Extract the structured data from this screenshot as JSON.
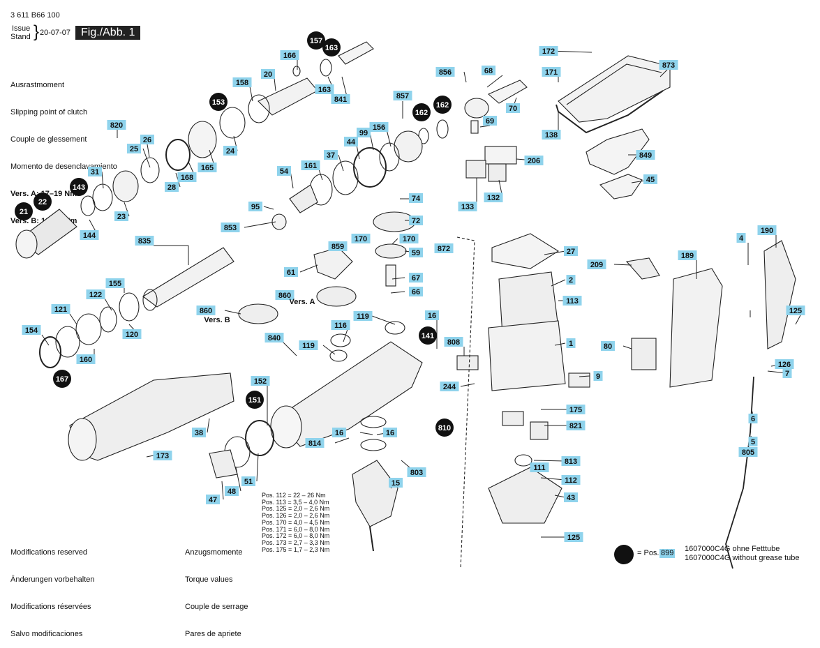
{
  "header": {
    "doc_number": "3 611 B66 100",
    "issue_label": "Issue",
    "stand_label": "Stand",
    "date": "20-07-07",
    "figure": "Fig./Abb. 1"
  },
  "clutch": {
    "lines": [
      "Ausrastmoment",
      "Slipping point of clutch",
      "Couple de glessement",
      "Momento de desenclavamiento"
    ],
    "version_a": "Vers. A: 17–19 Nm",
    "version_b": "Vers. B: 19–21 Nm"
  },
  "footer": {
    "modifications": [
      "Modifications reserved",
      "Änderungen vorbehalten",
      "Modifications réservées",
      "Salvo modificaciones"
    ],
    "torque_title": [
      "Anzugsmomente",
      "Torque values",
      "Couple de serrage",
      "Pares de apriete"
    ],
    "torque_values": [
      "Pos. 112 = 22 – 26 Nm",
      "Pos. 113 = 3,5 – 4,0 Nm",
      "Pos. 125 = 2,0 – 2,6 Nm",
      "Pos. 126 = 2,0 – 2,6 Nm",
      "Pos. 170 = 4,0 – 4,5 Nm",
      "Pos. 171 = 6,0 – 8,0 Nm",
      "Pos. 172 = 6,0 – 8,0 Nm",
      "Pos. 173 = 2,7 – 3,3 Nm",
      "Pos. 175 = 1,7 – 2,3 Nm"
    ],
    "legend_eq": "= Pos.",
    "legend_pos": "899",
    "grease_de": "1607000C4G ohne Fetttube",
    "grease_en": "1607000C4G without grease tube"
  },
  "version_labels": {
    "a": "Vers. A",
    "b": "Vers. B"
  },
  "part_labels": {
    "l172": "172",
    "l873": "873",
    "l171": "171",
    "l138": "138",
    "l849": "849",
    "l45": "45",
    "l856": "856",
    "l68": "68",
    "l70": "70",
    "l857": "857",
    "l69": "69",
    "l206": "206",
    "l133": "133",
    "l132": "132",
    "l166": "166",
    "l20": "20",
    "l158": "158",
    "l163a": "163",
    "l841": "841",
    "l820": "820",
    "l26": "26",
    "l25": "25",
    "l24": "24",
    "l165": "165",
    "l168": "168",
    "l28": "28",
    "l31": "31",
    "l23": "23",
    "l144": "144",
    "l156": "156",
    "l99": "99",
    "l44": "44",
    "l37": "37",
    "l161": "161",
    "l54": "54",
    "l95": "95",
    "l853": "853",
    "l74": "74",
    "l72": "72",
    "l170a": "170",
    "l170b": "170",
    "l859": "859",
    "l59": "59",
    "l872": "872",
    "l61": "61",
    "l67": "67",
    "l860a": "860",
    "l66": "66",
    "l860b": "860",
    "l835": "835",
    "l155": "155",
    "l122": "122",
    "l121": "121",
    "l154": "154",
    "l160": "160",
    "l120": "120",
    "l119a": "119",
    "l119b": "119",
    "l116": "116",
    "l16a": "16",
    "l840": "840",
    "l152": "152",
    "l38": "38",
    "l173": "173",
    "l47": "47",
    "l48": "48",
    "l51": "51",
    "l814": "814",
    "l16b": "16",
    "l16c": "16",
    "l803": "803",
    "l15": "15",
    "l27": "27",
    "l2": "2",
    "l113": "113",
    "l1": "1",
    "l808": "808",
    "l9": "9",
    "l244": "244",
    "l175": "175",
    "l821": "821",
    "l813": "813",
    "l111": "111",
    "l112": "112",
    "l43": "43",
    "l125a": "125",
    "l209": "209",
    "l189": "189",
    "l4": "4",
    "l190": "190",
    "l125b": "125",
    "l80": "80",
    "l126": "126",
    "l7": "7",
    "l6": "6",
    "l5": "5",
    "l805": "805"
  },
  "callouts": {
    "c157": "157",
    "c163": "163",
    "c153": "153",
    "c162a": "162",
    "c162b": "162",
    "c143": "143",
    "c21": "21",
    "c22": "22",
    "c167": "167",
    "c141": "141",
    "c151": "151",
    "c810": "810"
  },
  "colors": {
    "label_bg": "#8fd3ec",
    "callout": "#111111",
    "line": "#222222"
  }
}
